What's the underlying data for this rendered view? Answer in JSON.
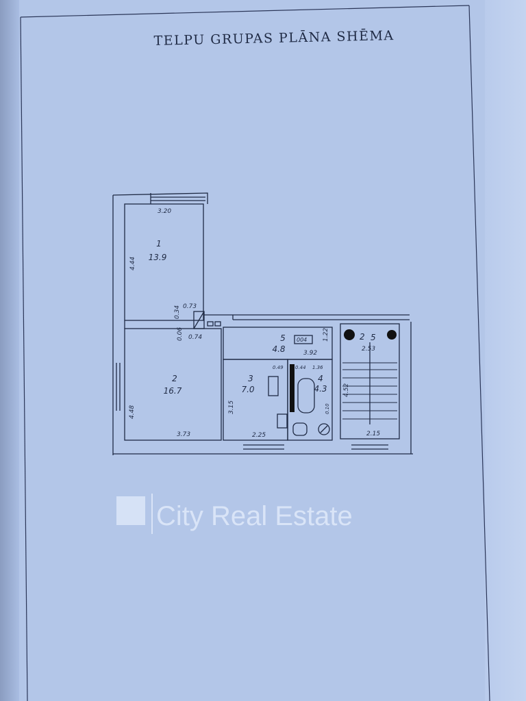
{
  "title": "TELPU GRUPAS PLĀNA SHĒMA",
  "watermark": "City Real Estate",
  "rooms": [
    {
      "number": "1",
      "area": "13.9"
    },
    {
      "number": "2",
      "area": "16.7"
    },
    {
      "number": "3",
      "area": "7.0"
    },
    {
      "number": "4",
      "area": "4.3"
    },
    {
      "number": "5",
      "area": "4.8"
    },
    {
      "number": "5",
      "area": "2.53",
      "prefix": "2"
    }
  ],
  "dimensions": {
    "r1_width": "3.20",
    "r1_height": "4.44",
    "d1": "0.73",
    "d2": "0.34",
    "d3": "0.74",
    "d4": "0.06",
    "r2_width": "3.73",
    "r2_height": "4.48",
    "r3_width": "2.25",
    "r3_height": "3.15",
    "corr_width": "3.92",
    "corr_height": "1.22",
    "d5": "0.49",
    "d6": "0.44",
    "d7": "1.36",
    "d8": "0.10",
    "stair_width": "2.15",
    "stair_height": "4.52",
    "code": "004"
  }
}
